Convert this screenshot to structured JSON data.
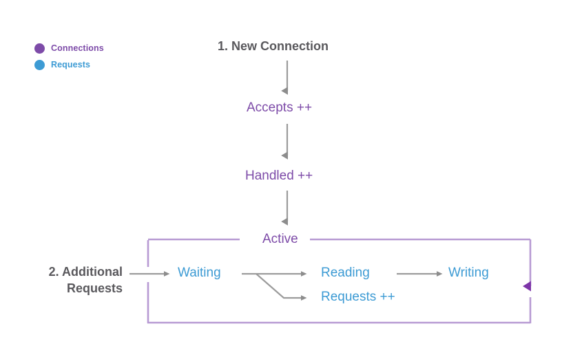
{
  "diagram": {
    "title_node": "1. New Connection",
    "secondary_node": "2. Additional\nRequests",
    "secondary_node_line1": "2. Additional",
    "secondary_node_line2": "Requests",
    "legend": {
      "items": [
        {
          "label": "Connections",
          "color": "#7d4ba8",
          "icon": "circle-icon"
        },
        {
          "label": "Requests",
          "color": "#3d9bd4",
          "icon": "circle-icon"
        }
      ]
    },
    "colors": {
      "connections_purple": "#7d4ba8",
      "requests_blue": "#3d9bd4",
      "loop_purple": "#b79ad3",
      "arrow_gray": "#9b9b9b",
      "text_dark": "#59585c"
    },
    "nodes": [
      {
        "id": "new-connection",
        "label": "1. New Connection",
        "kind": "dark"
      },
      {
        "id": "accepts",
        "label": "Accepts ++",
        "kind": "purple"
      },
      {
        "id": "handled",
        "label": "Handled ++",
        "kind": "purple"
      },
      {
        "id": "active",
        "label": "Active",
        "kind": "purple"
      },
      {
        "id": "additional-requests",
        "label": "2. Additional Requests",
        "kind": "dark"
      },
      {
        "id": "waiting",
        "label": "Waiting",
        "kind": "blue"
      },
      {
        "id": "reading",
        "label": "Reading",
        "kind": "blue"
      },
      {
        "id": "requests",
        "label": "Requests ++",
        "kind": "blue"
      },
      {
        "id": "writing",
        "label": "Writing",
        "kind": "blue"
      }
    ],
    "edges": [
      {
        "from": "new-connection",
        "to": "accepts",
        "style": "arrow-down-gray"
      },
      {
        "from": "accepts",
        "to": "handled",
        "style": "arrow-down-gray"
      },
      {
        "from": "handled",
        "to": "active",
        "style": "arrow-down-gray"
      },
      {
        "from": "additional-requests",
        "to": "waiting",
        "style": "arrow-right-gray"
      },
      {
        "from": "waiting",
        "to": "reading",
        "style": "arrow-right-gray"
      },
      {
        "from": "waiting",
        "to": "requests",
        "style": "arrow-branch-down-gray"
      },
      {
        "from": "reading",
        "to": "writing",
        "style": "arrow-right-gray"
      },
      {
        "from": "active",
        "to": "waiting",
        "style": "loop-purple-box"
      }
    ],
    "labels": {
      "accepts": "Accepts ++",
      "handled": "Handled ++",
      "active": "Active",
      "waiting": "Waiting",
      "reading": "Reading",
      "requests": "Requests ++",
      "writing": "Writing"
    }
  }
}
